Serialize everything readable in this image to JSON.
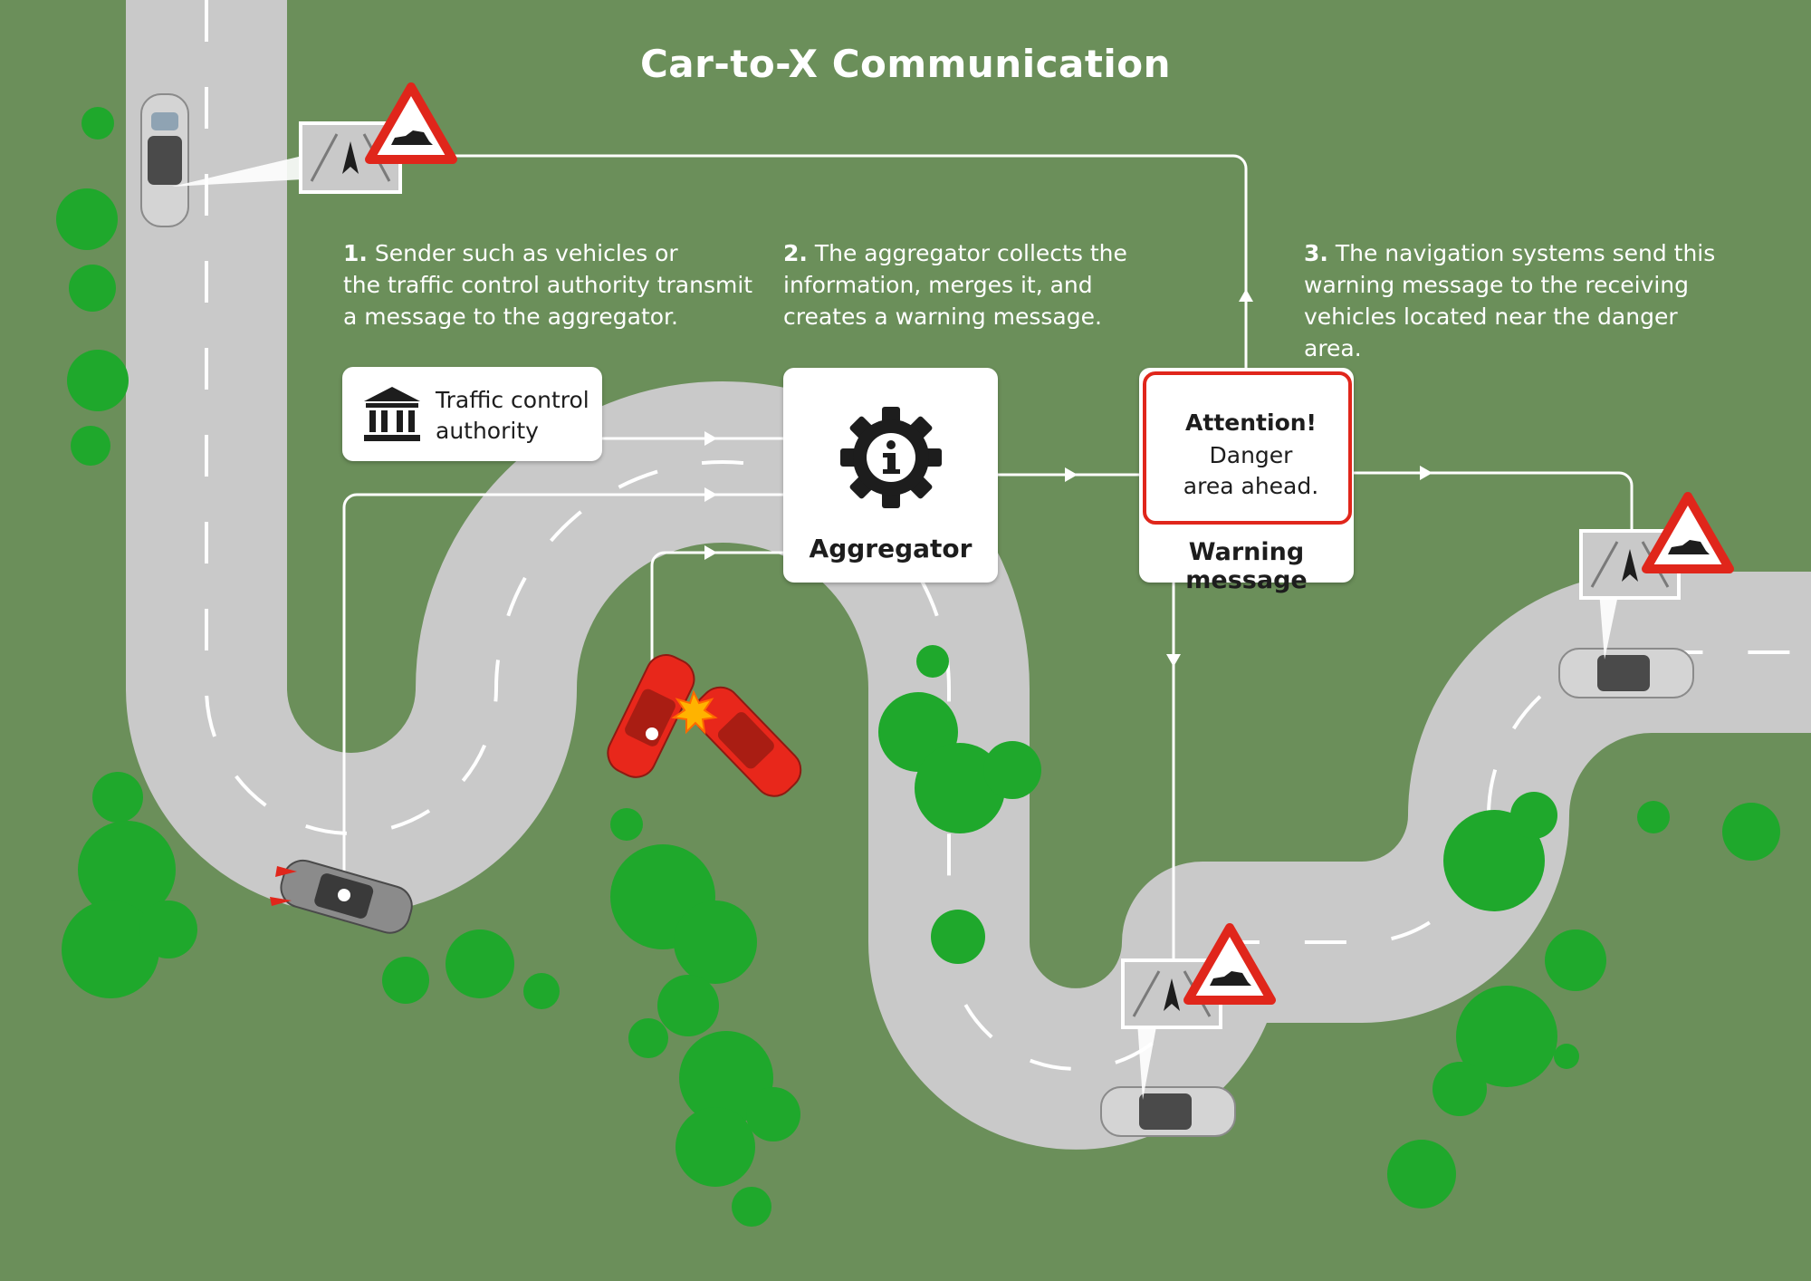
{
  "title": "Car-to-X Communication",
  "steps": [
    {
      "number": "1.",
      "text": "Sender such as vehicles or\nthe traffic control authority transmit\na message to the aggregator."
    },
    {
      "number": "2.",
      "text": "The aggregator collects the\ninformation, merges it, and\ncreates a warning message."
    },
    {
      "number": "3.",
      "text": "The navigation systems send this\nwarning message to the receiving\nvehicles located near the danger area."
    }
  ],
  "nodes": {
    "traffic_control": {
      "label": "Traffic control\nauthority",
      "icon": "government-building-icon"
    },
    "aggregator": {
      "label": "Aggregator",
      "icon": "gear-info-icon"
    },
    "warning_message": {
      "label": "Warning message",
      "alert_title": "Attention!",
      "alert_body": "Danger\narea ahead."
    }
  },
  "colors": {
    "background": "#6b8f5a",
    "road": "#c9c9c9",
    "trees": "#1fa82c",
    "warning_red": "#e0261b",
    "crash_cars": "#e8271b",
    "connector": "#ffffff"
  }
}
